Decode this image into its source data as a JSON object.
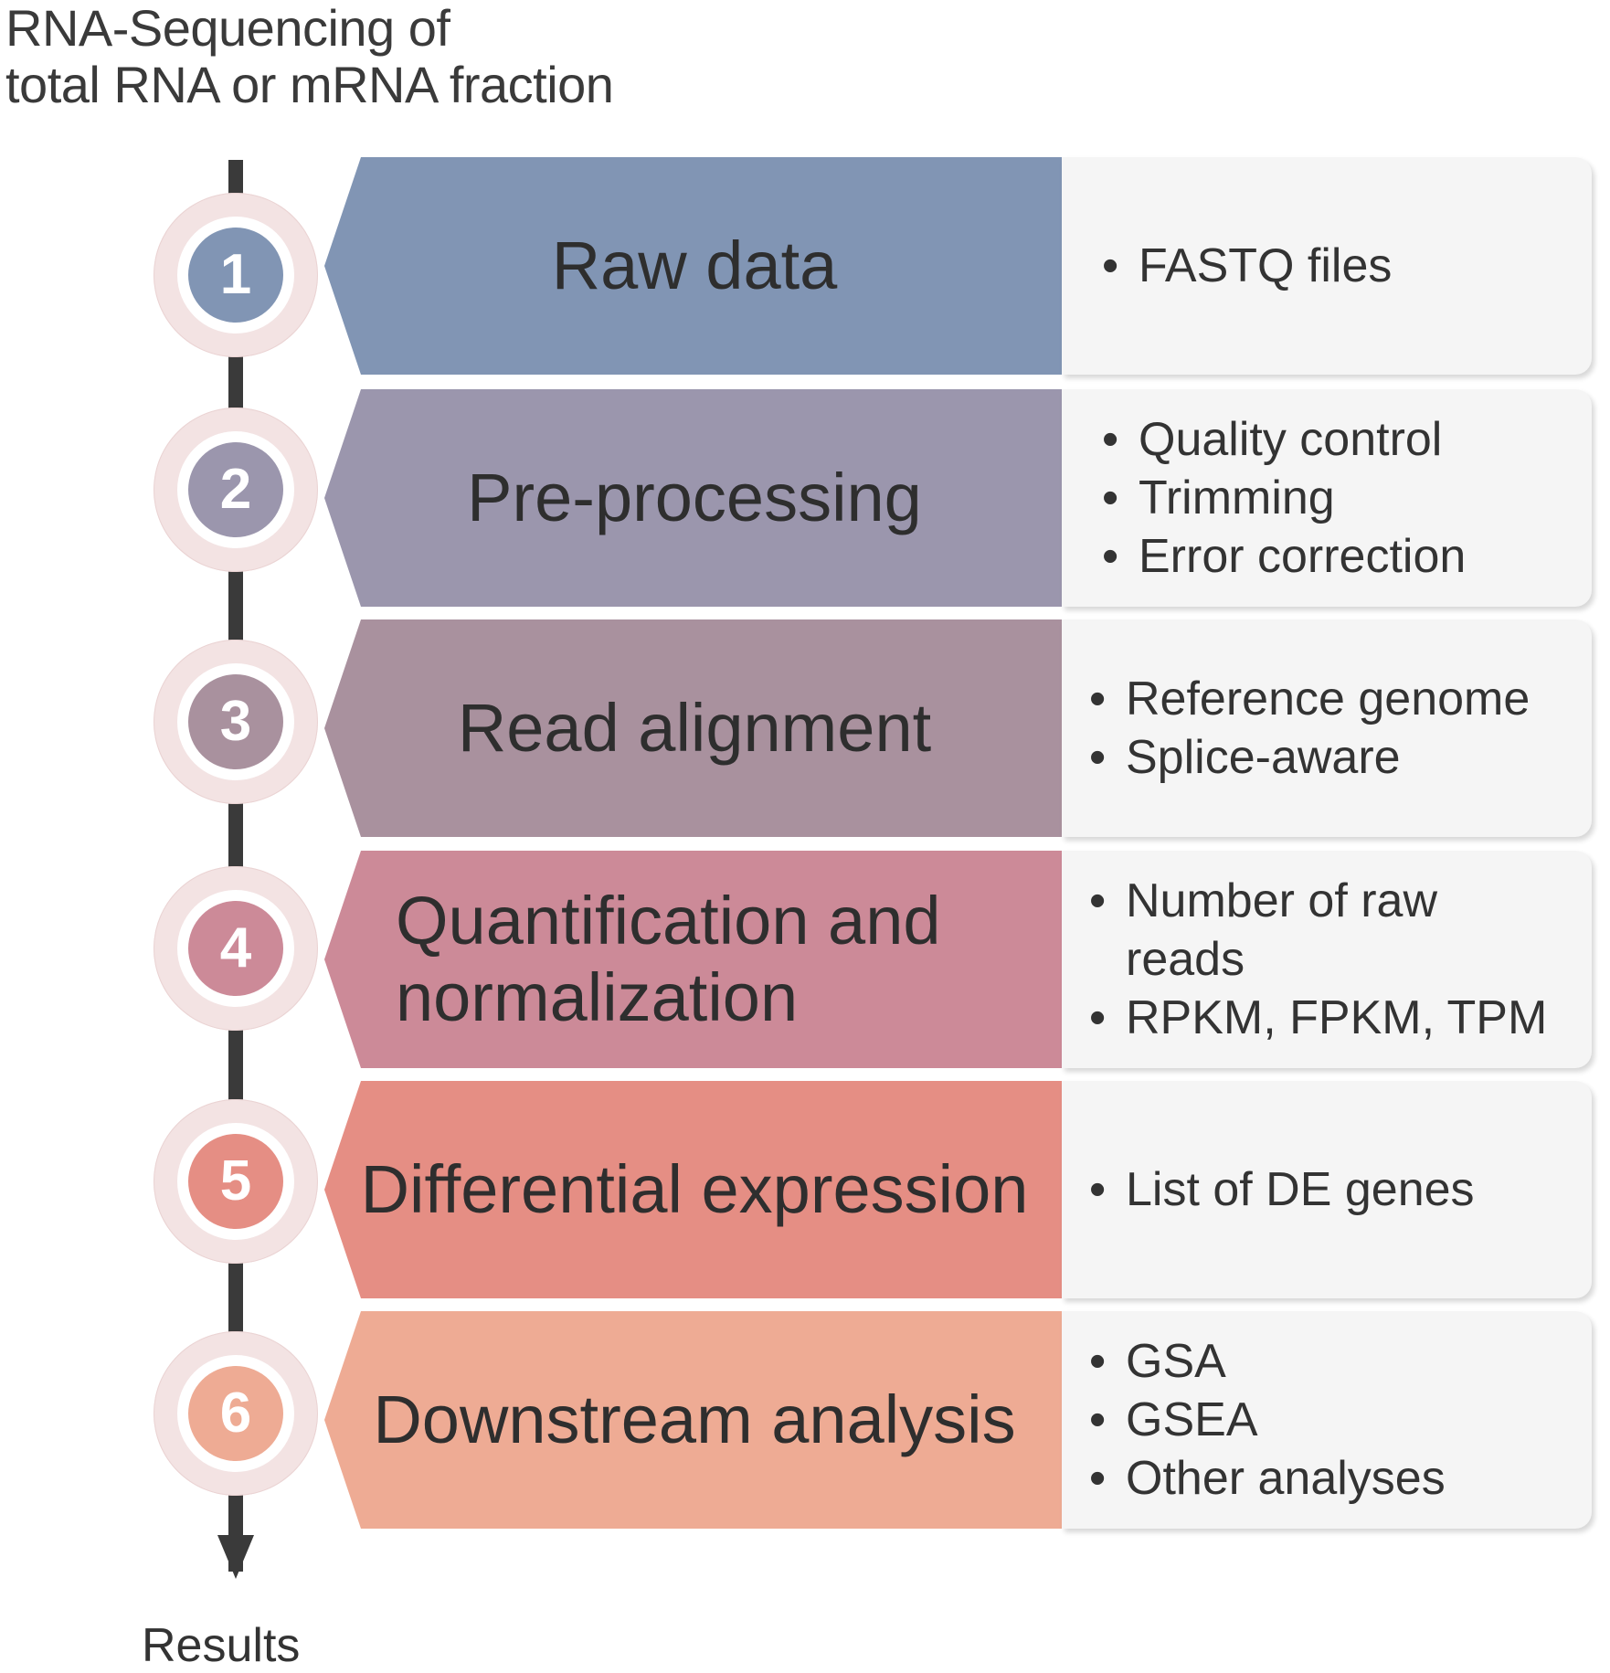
{
  "header": {
    "line1": "RNA-Sequencing of",
    "line2": "total RNA or mRNA fraction"
  },
  "footer": {
    "results_label": "Results"
  },
  "colors": {
    "step1": "#8195b4",
    "step2": "#9b96ad",
    "step3": "#a9919e",
    "step4": "#cc8a98",
    "step5": "#e58e84",
    "step6": "#eeab94",
    "timeline": "#3a3a3a",
    "panel": "#f5f5f5"
  },
  "steps": [
    {
      "number": "1",
      "title": "Raw data",
      "details": [
        "FASTQ files"
      ]
    },
    {
      "number": "2",
      "title": "Pre-processing",
      "details": [
        "Quality control",
        "Trimming",
        "Error correction"
      ]
    },
    {
      "number": "3",
      "title": "Read alignment",
      "details": [
        "Reference genome",
        "Splice-aware"
      ]
    },
    {
      "number": "4",
      "title_lines": [
        "Quantification and",
        "normalization"
      ],
      "details": [
        "Number of raw reads",
        "RPKM, FPKM, TPM"
      ]
    },
    {
      "number": "5",
      "title": "Differential expression",
      "details": [
        "List of DE genes"
      ]
    },
    {
      "number": "6",
      "title": "Downstream analysis",
      "details": [
        "GSA",
        "GSEA",
        "Other analyses"
      ]
    }
  ]
}
